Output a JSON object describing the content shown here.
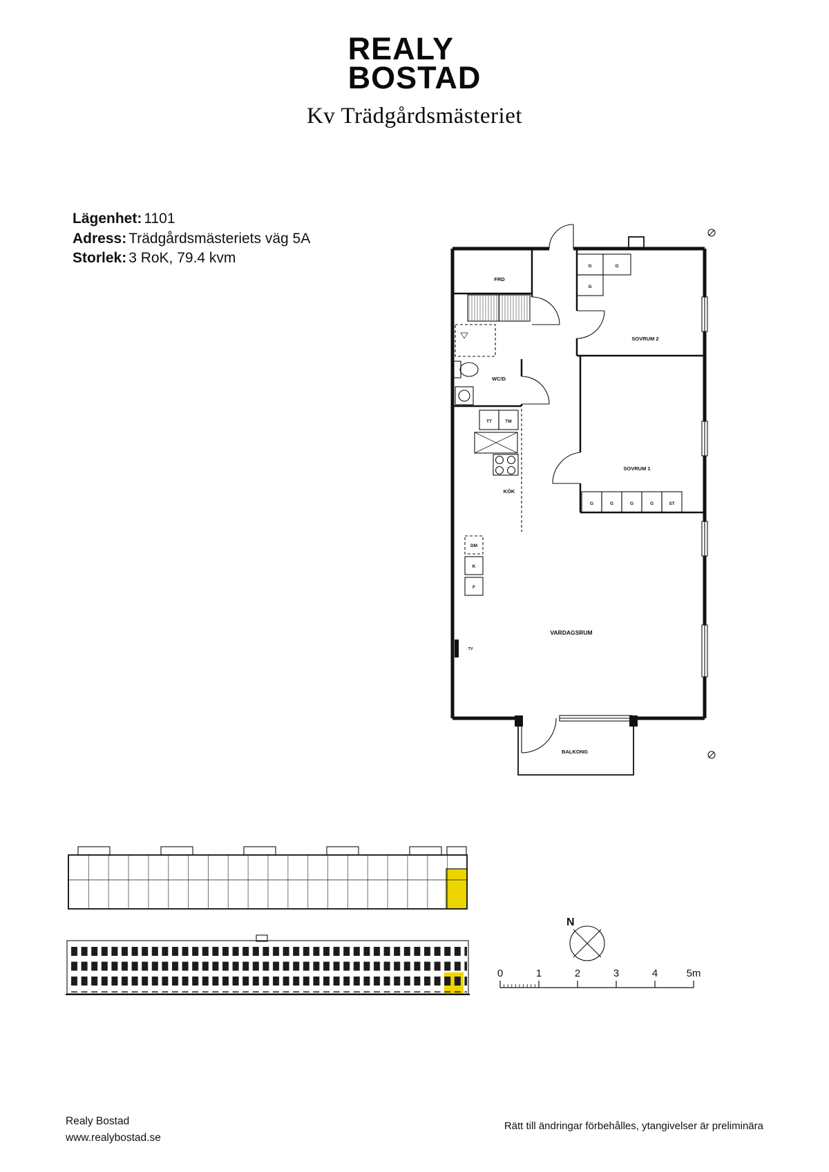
{
  "header": {
    "brand_line1": "REALY",
    "brand_line2": "BOSTAD",
    "project_title": "Kv Trädgårdsmästeriet"
  },
  "apartment": {
    "fields": [
      {
        "label": "Lägenhet:",
        "value": "1101"
      },
      {
        "label": "Adress:",
        "value": "Trädgårdsmästeriets väg 5A"
      },
      {
        "label": "Storlek:",
        "value": "3 RoK, 79.4 kvm"
      }
    ]
  },
  "floorplan": {
    "rooms": {
      "frd": "FRD",
      "wcd": "WC/D",
      "kok": "KÖK",
      "sovrum2": "SOVRUM 2",
      "sovrum1": "SOVRUM 1",
      "vardagsrum": "VARDAGSRUM",
      "balkong": "BALKONG"
    },
    "fixtures": {
      "g": "G",
      "st": "ST",
      "tt": "TT",
      "tm": "TM",
      "dm": "DM",
      "k": "K",
      "f": "F",
      "tv": "TV"
    }
  },
  "site": {
    "compass_label": "N",
    "scale_ticks": [
      "0",
      "1",
      "2",
      "3",
      "4",
      "5m"
    ],
    "highlight_color": "#EDD600"
  },
  "footer": {
    "company": "Realy Bostad",
    "website": "www.realybostad.se",
    "disclaimer": "Rätt till ändringar förbehålles, ytangivelser är preliminära"
  }
}
